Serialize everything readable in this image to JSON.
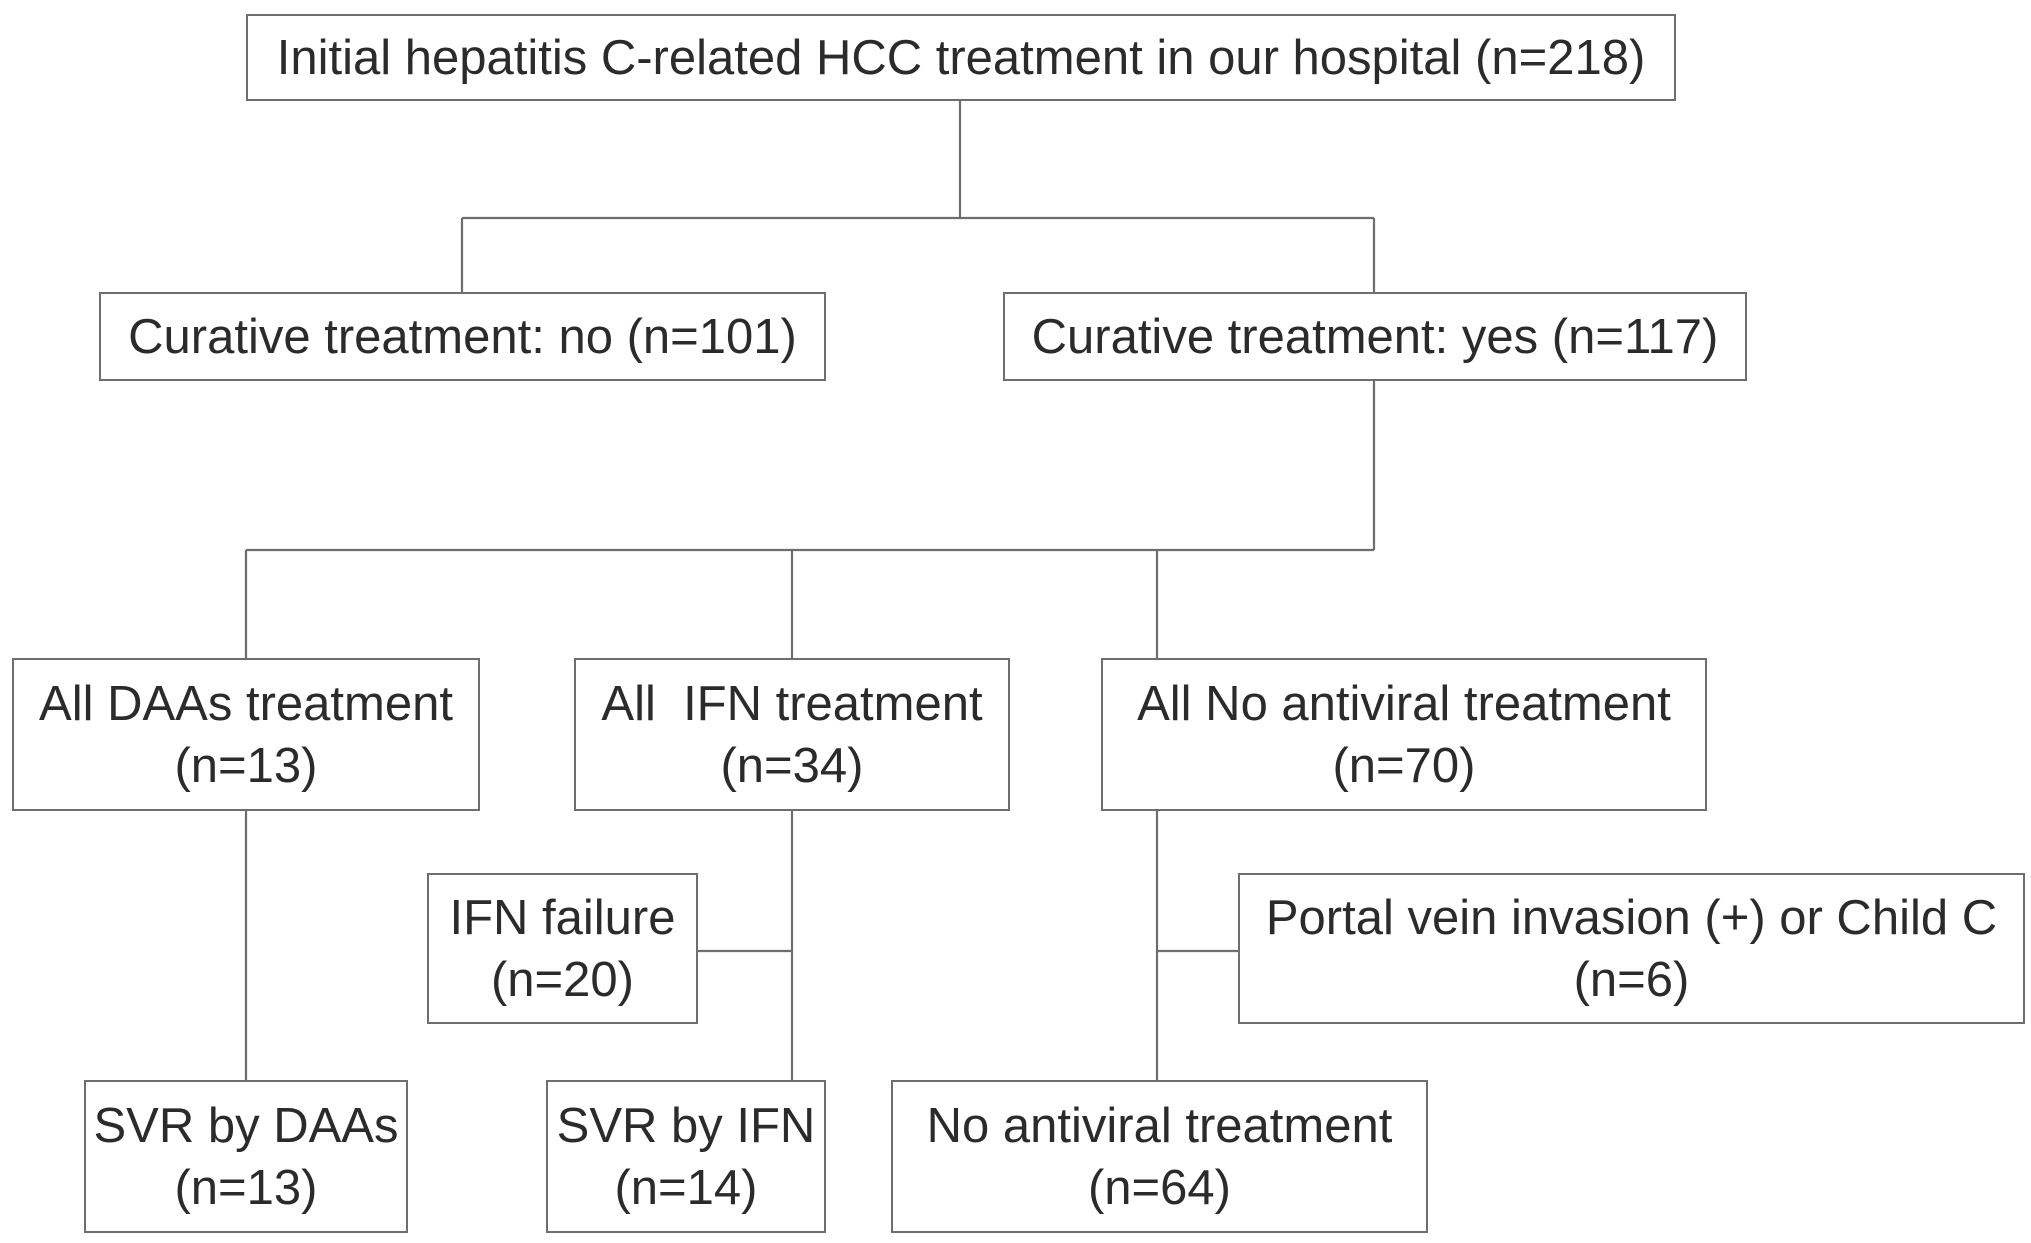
{
  "root": {
    "label": "Initial hepatitis C-related HCC treatment in our hospital (n=218)"
  },
  "curative_no": {
    "label": "Curative treatment: no (n=101)"
  },
  "curative_yes": {
    "label": "Curative treatment: yes (n=117)"
  },
  "daas": {
    "line1": "All DAAs treatment",
    "line2": "(n=13)"
  },
  "ifn": {
    "line1": "All  IFN treatment",
    "line2": "(n=34)"
  },
  "no_antiviral": {
    "line1": "All No antiviral treatment",
    "line2": "(n=70)"
  },
  "ifn_failure": {
    "line1": "IFN failure",
    "line2": "(n=20)"
  },
  "portal": {
    "line1": "Portal vein invasion (+) or Child C",
    "line2": "(n=6)"
  },
  "svr_daas": {
    "line1": "SVR by DAAs",
    "line2": "(n=13)"
  },
  "svr_ifn": {
    "line1": "SVR by IFN",
    "line2": "(n=14)"
  },
  "no_antiviral_final": {
    "line1": "No antiviral treatment",
    "line2": "(n=64)"
  }
}
